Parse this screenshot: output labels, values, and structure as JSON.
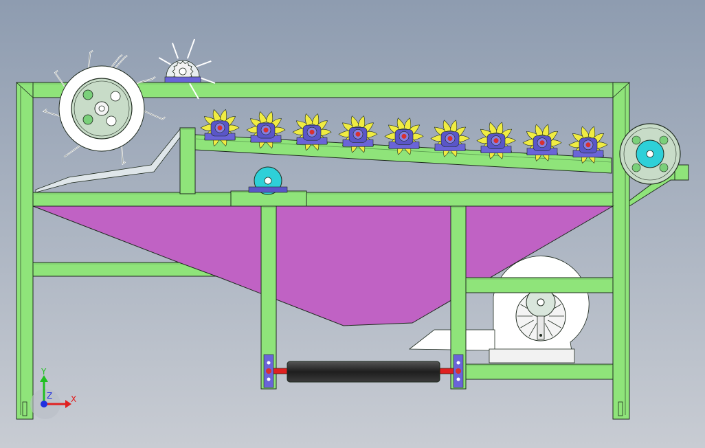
{
  "viewport": {
    "background_top": "#8e9cb0",
    "background_bottom": "#c8ccd3"
  },
  "colors": {
    "frame": "#8fe47a",
    "outline": "#1e2a1e",
    "hopper": "#c062c4",
    "blade": "#f0ec42",
    "bearing": "#6a64d8",
    "bolt": "#d83030",
    "pulley": "#c8dcc8",
    "hub": "#2ed0d8",
    "roller": "#2a2a2a",
    "shaft": "#e02020",
    "white_part": "#ffffff",
    "axis_x": "#e02020",
    "axis_y": "#20c020",
    "axis_z": "#2030e0"
  },
  "feed_rollers": {
    "count": 9
  },
  "triad": {
    "x_label": "X",
    "y_label": "Y",
    "z_label": "Z"
  }
}
